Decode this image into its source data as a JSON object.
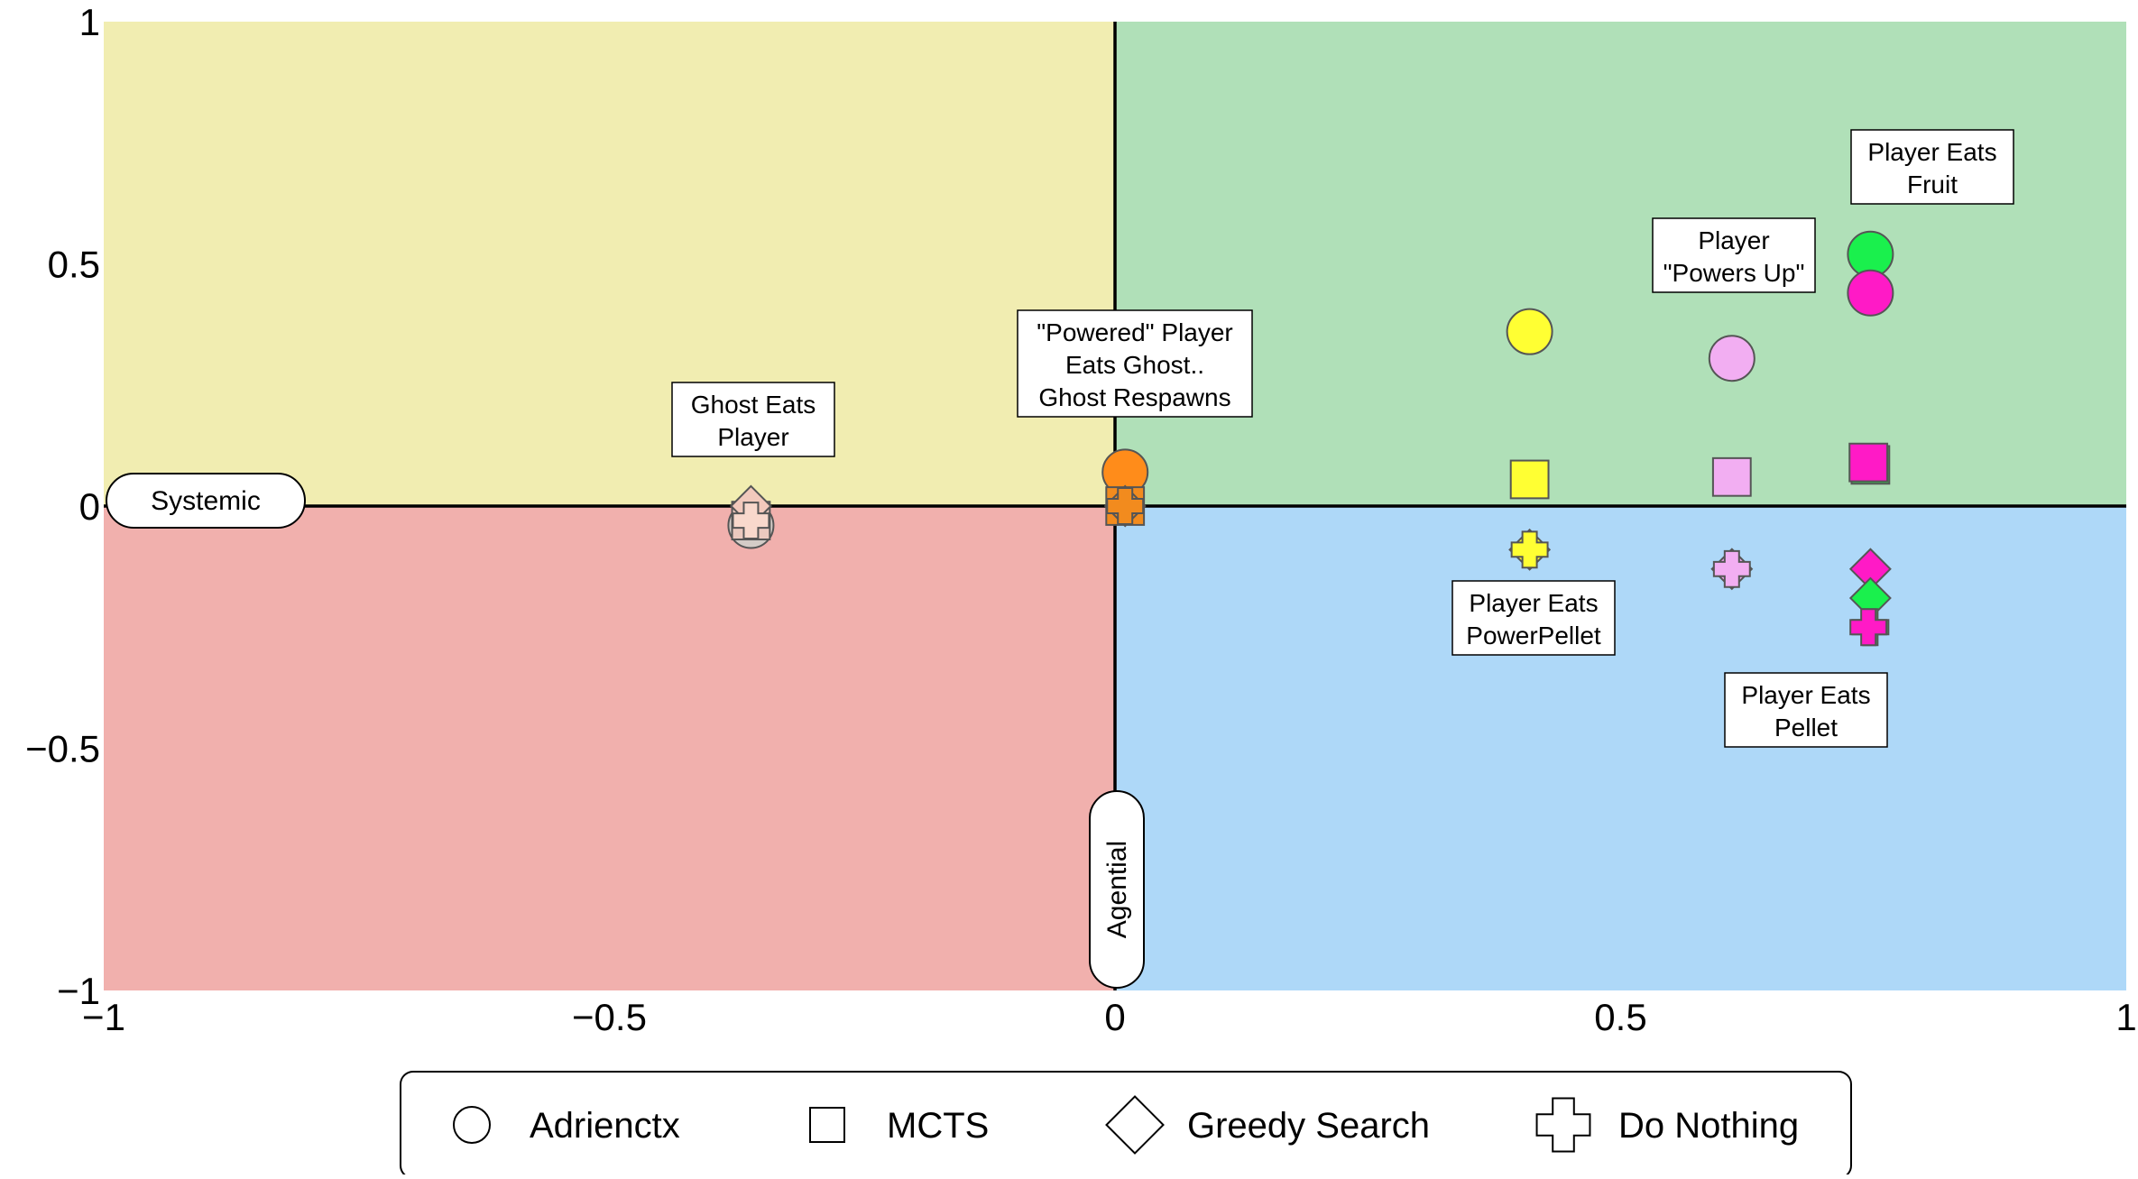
{
  "chart_data": {
    "type": "scatter",
    "title": "",
    "xlabel": "",
    "ylabel": "",
    "xlim": [
      -1,
      1
    ],
    "ylim": [
      -1,
      1
    ],
    "x_ticks": [
      -1,
      -0.5,
      0,
      0.5,
      1
    ],
    "y_ticks": [
      -1,
      -0.5,
      0,
      0.5,
      1
    ],
    "x_tick_labels": [
      "−1",
      "−0.5",
      "0",
      "0.5",
      "1"
    ],
    "y_tick_labels": [
      "−1",
      "−0.5",
      "0",
      "0.5",
      "1"
    ],
    "grid": false,
    "quadrants": [
      {
        "name": "top-left",
        "color": "#F1EDB1"
      },
      {
        "name": "top-right",
        "color": "#B0E0B8"
      },
      {
        "name": "bottom-left",
        "color": "#F1B0AD"
      },
      {
        "name": "bottom-right",
        "color": "#AED8F8"
      }
    ],
    "axis_labels": [
      {
        "text": "Systemic",
        "axis": "x",
        "placement": "left end of x-axis"
      },
      {
        "text": "Agential",
        "axis": "y",
        "placement": "bottom end of y-axis",
        "rotated": true
      }
    ],
    "legend": {
      "placement": "bottom-center",
      "entries": [
        {
          "label": "Adrienctx",
          "marker": "circle"
        },
        {
          "label": "MCTS",
          "marker": "square"
        },
        {
          "label": "Greedy Search",
          "marker": "diamond"
        },
        {
          "label": "Do Nothing",
          "marker": "plus"
        }
      ]
    },
    "event_groups": [
      {
        "name": "Ghost Eats Player",
        "color": "#F2C9BC",
        "label_lines": [
          "Ghost Eats",
          "Player"
        ],
        "points": [
          {
            "marker": "circle",
            "x": -0.36,
            "y": -0.04,
            "fill": "#D4CCC7"
          },
          {
            "marker": "square",
            "x": -0.36,
            "y": -0.03,
            "fill": "#EBC9BF"
          },
          {
            "marker": "diamond",
            "x": -0.36,
            "y": 0.0,
            "fill": "#F2C9BC"
          },
          {
            "marker": "plus",
            "x": -0.36,
            "y": -0.03,
            "fill": "#F8D8CC"
          }
        ]
      },
      {
        "name": "\"Powered\" Player Eats Ghost.. Ghost Respawns",
        "color": "#FF8C1A",
        "label_lines": [
          "\"Powered\" Player",
          "Eats Ghost..",
          "Ghost Respawns"
        ],
        "points": [
          {
            "marker": "circle",
            "x": 0.01,
            "y": 0.07,
            "fill": "#FF8C1A"
          },
          {
            "marker": "square",
            "x": 0.01,
            "y": 0.0,
            "fill": "#F28B1E"
          },
          {
            "marker": "diamond",
            "x": 0.01,
            "y": 0.0,
            "fill": "#F28B1E"
          },
          {
            "marker": "plus",
            "x": 0.01,
            "y": 0.0,
            "fill": "#F28B1E"
          }
        ]
      },
      {
        "name": "Player Eats PowerPellet",
        "color": "#FFFF33",
        "label_lines": [
          "Player Eats",
          "PowerPellet"
        ],
        "points": [
          {
            "marker": "circle",
            "x": 0.41,
            "y": 0.36,
            "fill": "#FFFF33"
          },
          {
            "marker": "square",
            "x": 0.41,
            "y": 0.055,
            "fill": "#FFFF33"
          },
          {
            "marker": "diamond",
            "x": 0.41,
            "y": -0.09,
            "fill": "#FFFF33"
          },
          {
            "marker": "plus",
            "x": 0.41,
            "y": -0.09,
            "fill": "#FFFF33"
          }
        ]
      },
      {
        "name": "Player \"Powers Up\"",
        "color": "#F2AEF2",
        "label_lines": [
          "Player",
          "\"Powers Up\""
        ],
        "points": [
          {
            "marker": "circle",
            "x": 0.61,
            "y": 0.305,
            "fill": "#F2AEF2"
          },
          {
            "marker": "square",
            "x": 0.61,
            "y": 0.06,
            "fill": "#F2AEF2"
          },
          {
            "marker": "diamond",
            "x": 0.61,
            "y": -0.13,
            "fill": "#F2AEF2"
          },
          {
            "marker": "plus",
            "x": 0.61,
            "y": -0.13,
            "fill": "#F2AEF2"
          }
        ]
      },
      {
        "name": "Player Eats Fruit",
        "color": "#FF1AC6",
        "label_lines": [
          "Player Eats",
          "Fruit"
        ],
        "points": [
          {
            "marker": "circle",
            "x": 0.747,
            "y": 0.52,
            "fill": "#1AF04D"
          },
          {
            "marker": "circle",
            "x": 0.747,
            "y": 0.44,
            "fill": "#FF1AC6"
          },
          {
            "marker": "square",
            "x": 0.747,
            "y": 0.085,
            "fill": "#33CC4D"
          },
          {
            "marker": "square",
            "x": 0.745,
            "y": 0.09,
            "fill": "#FF1AC6"
          }
        ]
      },
      {
        "name": "Player Eats Pellet",
        "color": "#1AF04D",
        "label_lines": [
          "Player Eats",
          "Pellet"
        ],
        "points": [
          {
            "marker": "diamond",
            "x": 0.747,
            "y": -0.13,
            "fill": "#FF1AC6"
          },
          {
            "marker": "diamond",
            "x": 0.747,
            "y": -0.19,
            "fill": "#1AF04D"
          },
          {
            "marker": "plus",
            "x": 0.747,
            "y": -0.25,
            "fill": "#33CC4D"
          },
          {
            "marker": "plus",
            "x": 0.745,
            "y": -0.25,
            "fill": "#FF1AC6"
          }
        ]
      }
    ]
  }
}
